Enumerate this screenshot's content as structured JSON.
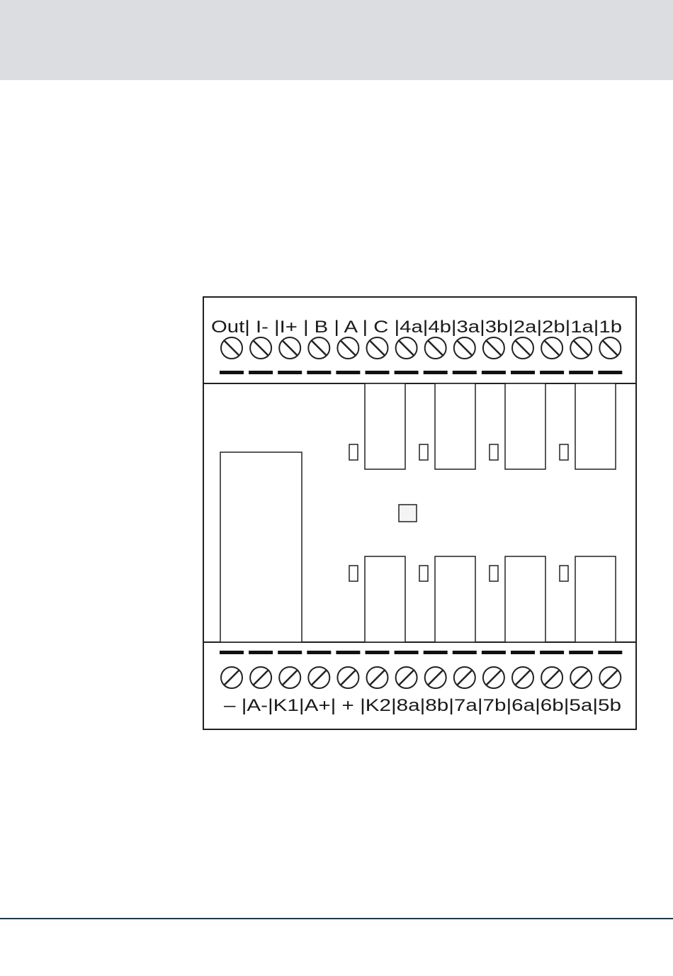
{
  "diagram": {
    "top_terminal_labels": [
      "Out|",
      "I-",
      "|I+",
      "|",
      "B",
      "|",
      "A",
      "|",
      "C",
      "|4a",
      "|4b",
      "|3a",
      "|3b",
      "|2a",
      "|2b",
      "|1a",
      "|1b"
    ],
    "top_row_text": "Out| I- |I+ | B | A | C |4a|4b|3a|3b|2a|2b|1a|1b",
    "bottom_row_text": "–  |A-|K1|A+| + |K2|8a|8b|7a|7b|6a|6b|5a|5b",
    "terminal_count_per_row": 14,
    "relays_per_row": 4,
    "line_color": "#222222",
    "band_color": "#dcdde0",
    "rule_color": "#1f3b4d"
  }
}
